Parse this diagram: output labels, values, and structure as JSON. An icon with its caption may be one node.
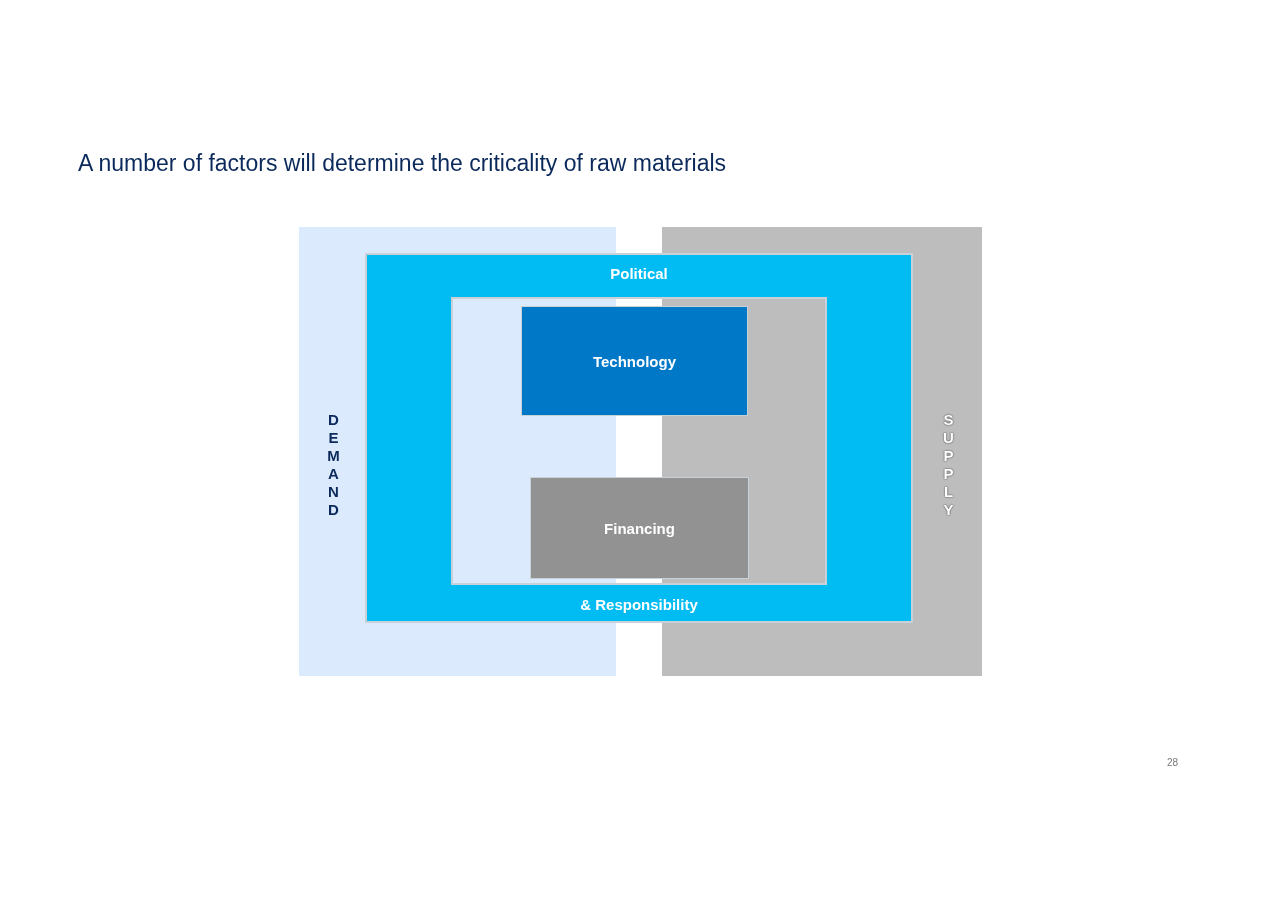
{
  "diagram": {
    "title": "A number of factors will determine the criticality of raw materials",
    "nodes": [
      {
        "text": [
          "DEMAND"
        ]
      },
      {
        "text": [
          "SUPPLY"
        ]
      },
      {
        "text": [
          "Political",
          "& Responsibility"
        ]
      },
      {
        "text": [
          "Technology"
        ],
        "in": 2
      },
      {
        "text": [
          "Financing"
        ],
        "in": 2
      }
    ],
    "labels": [
      "28"
    ]
  }
}
